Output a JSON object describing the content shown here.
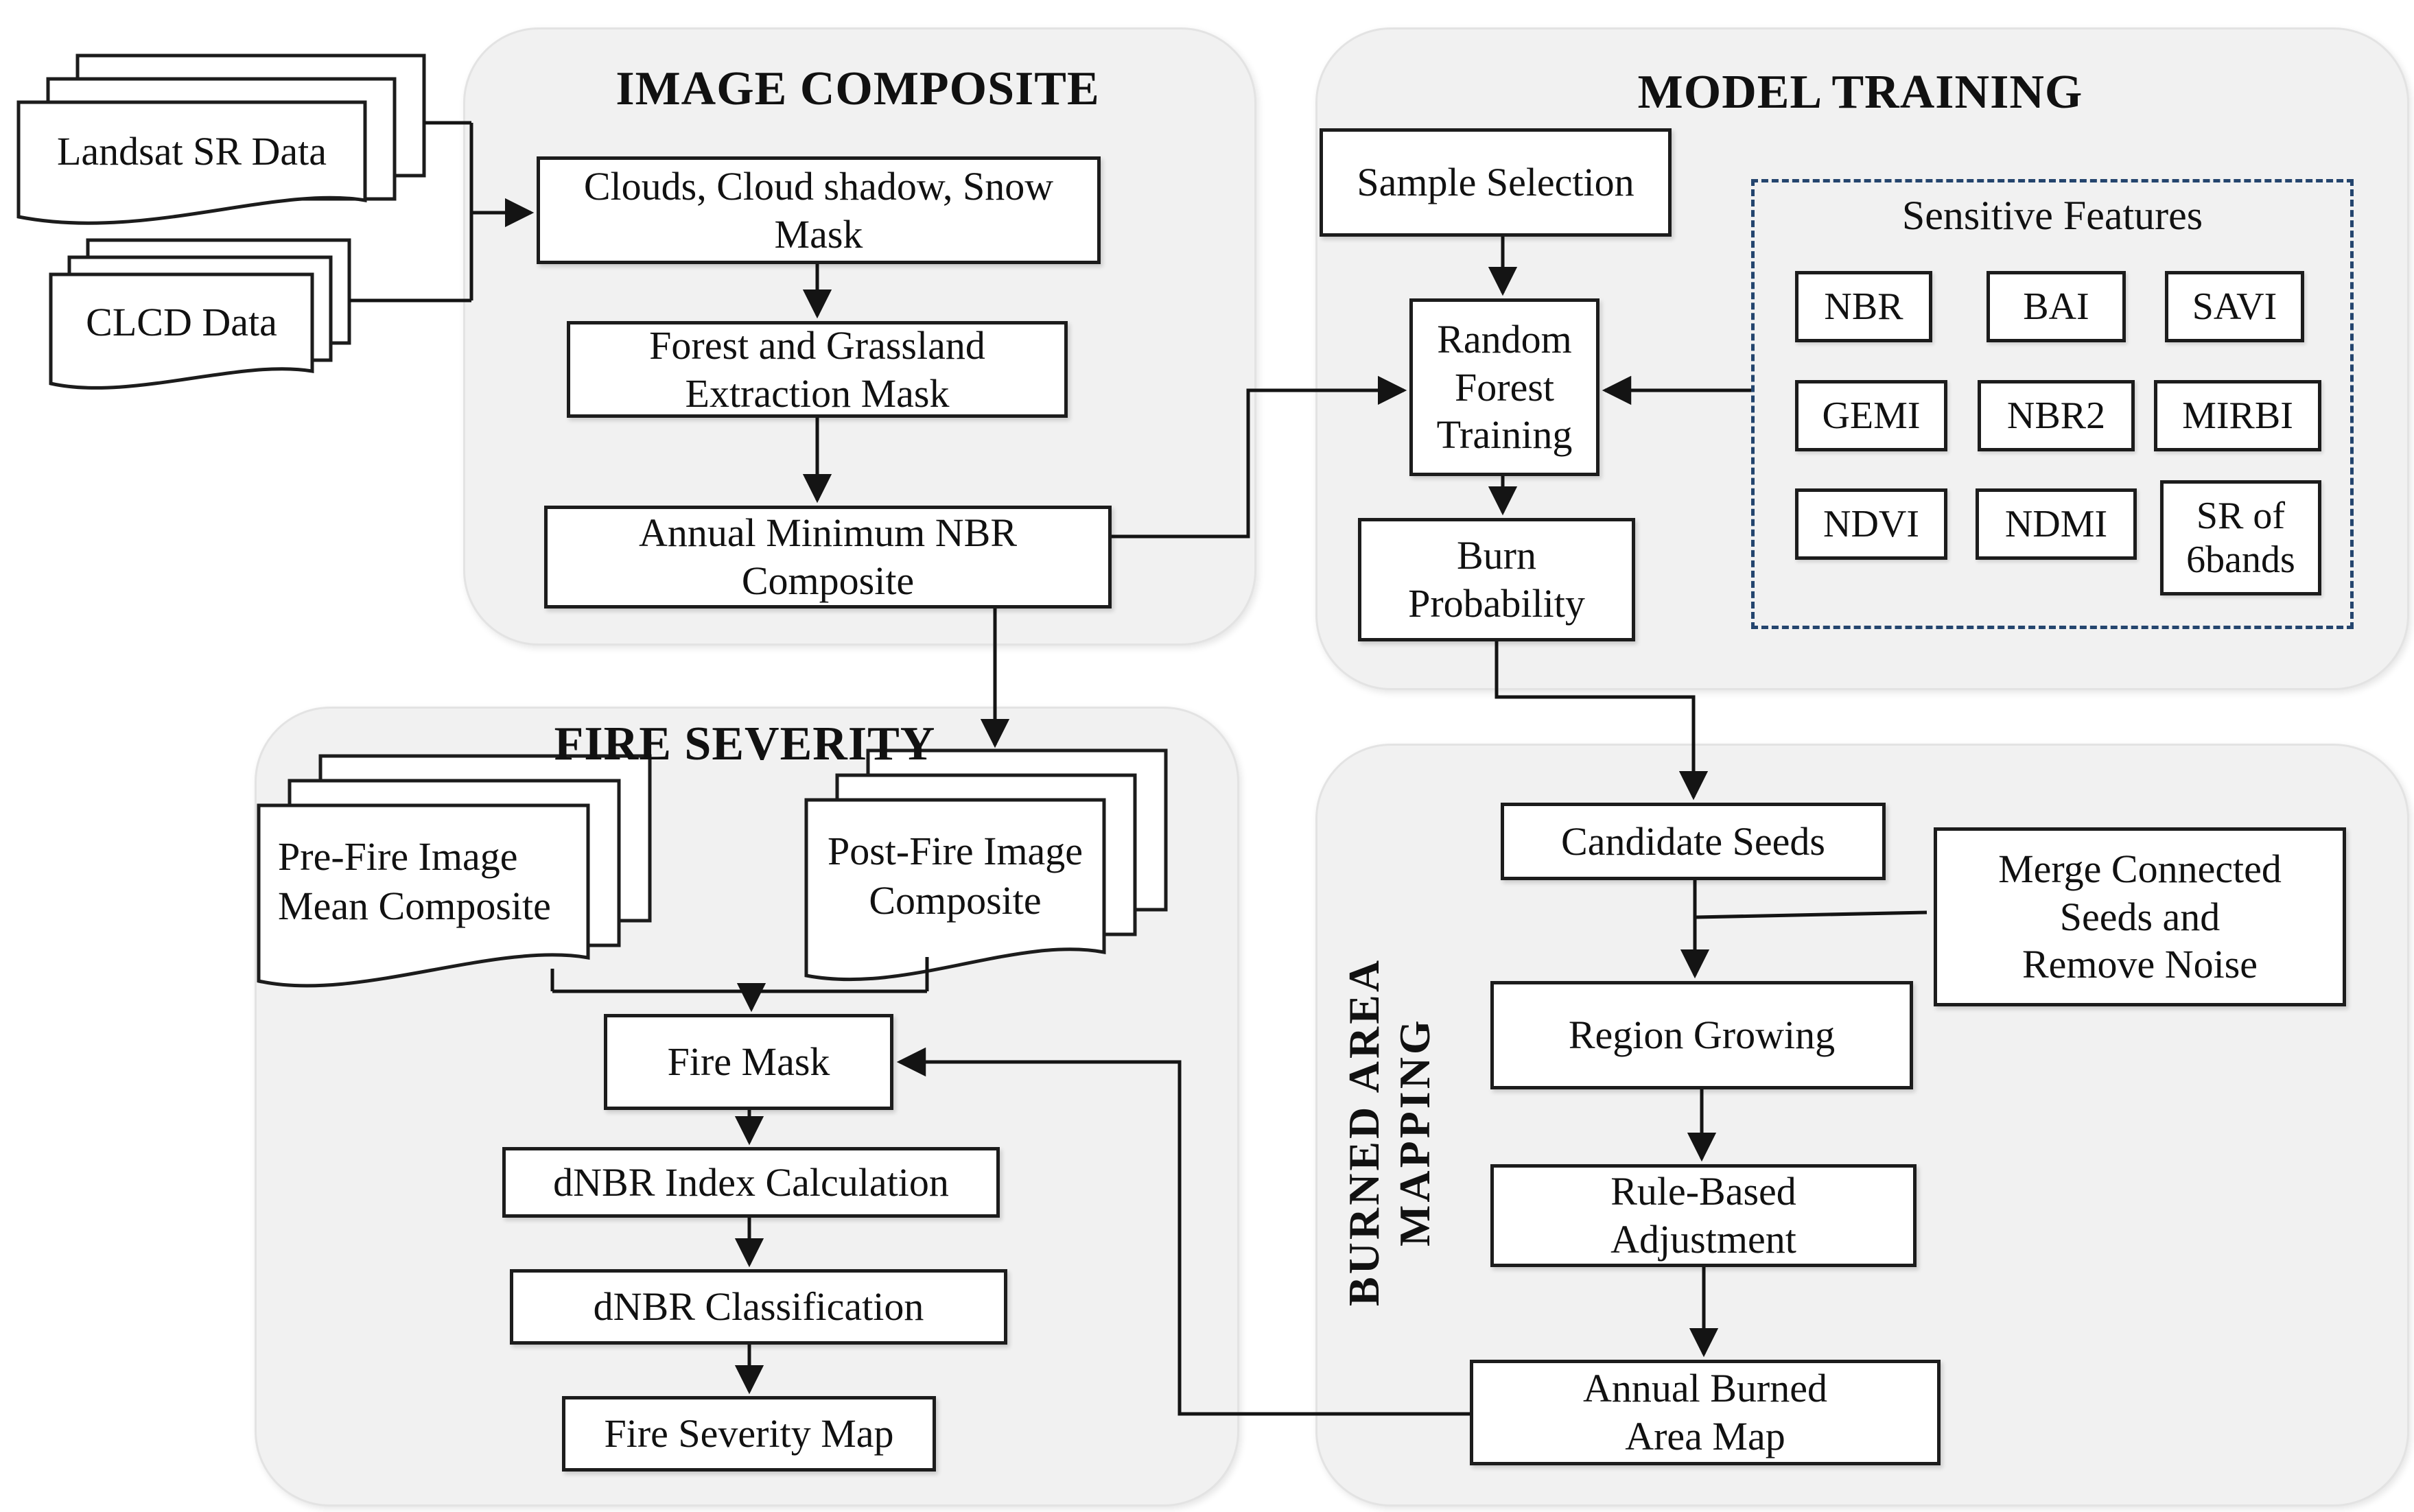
{
  "colors": {
    "container_bg": "#f1f1f1",
    "container_border": "#e3e3e3",
    "box_border": "#1c1c1c",
    "line": "#141414",
    "dashed_border": "#24456e",
    "text": "#111111",
    "box_bg": "#ffffff"
  },
  "sections": {
    "image_composite": {
      "title": "IMAGE COMPOSITE"
    },
    "model_training": {
      "title": "MODEL TRAINING"
    },
    "fire_severity": {
      "title": "FIRE SEVERITY"
    },
    "burned_area_mapping": {
      "title": "BURNED AREA MAPPING"
    }
  },
  "inputs": {
    "landsat": "Landsat SR Data",
    "clcd": "CLCD Data"
  },
  "nodes": {
    "clouds_mask": "Clouds, Cloud shadow, Snow\nMask",
    "forest_mask": "Forest and Grassland\nExtraction Mask",
    "annual_nbr": "Annual Minimum NBR\nComposite",
    "sample_selection": "Sample Selection",
    "random_forest": "Random\nForest\nTraining",
    "burn_probability": "Burn\nProbability",
    "candidate_seeds": "Candidate Seeds",
    "merge_seeds": "Merge Connected\nSeeds and\nRemove Noise",
    "region_growing": "Region Growing",
    "rule_adjustment": "Rule-Based\nAdjustment",
    "annual_burned_map": "Annual Burned\nArea Map",
    "pre_fire": "Pre-Fire Image\nMean Composite",
    "post_fire": "Post-Fire Image\nComposite",
    "fire_mask": "Fire Mask",
    "dnbr_index": "dNBR Index Calculation",
    "dnbr_class": "dNBR Classification",
    "severity_map": "Fire Severity Map"
  },
  "features": {
    "title": "Sensitive Features",
    "items": [
      "NBR",
      "BAI",
      "SAVI",
      "GEMI",
      "NBR2",
      "MIRBI",
      "NDVI",
      "NDMI",
      "SR of\n6bands"
    ]
  }
}
